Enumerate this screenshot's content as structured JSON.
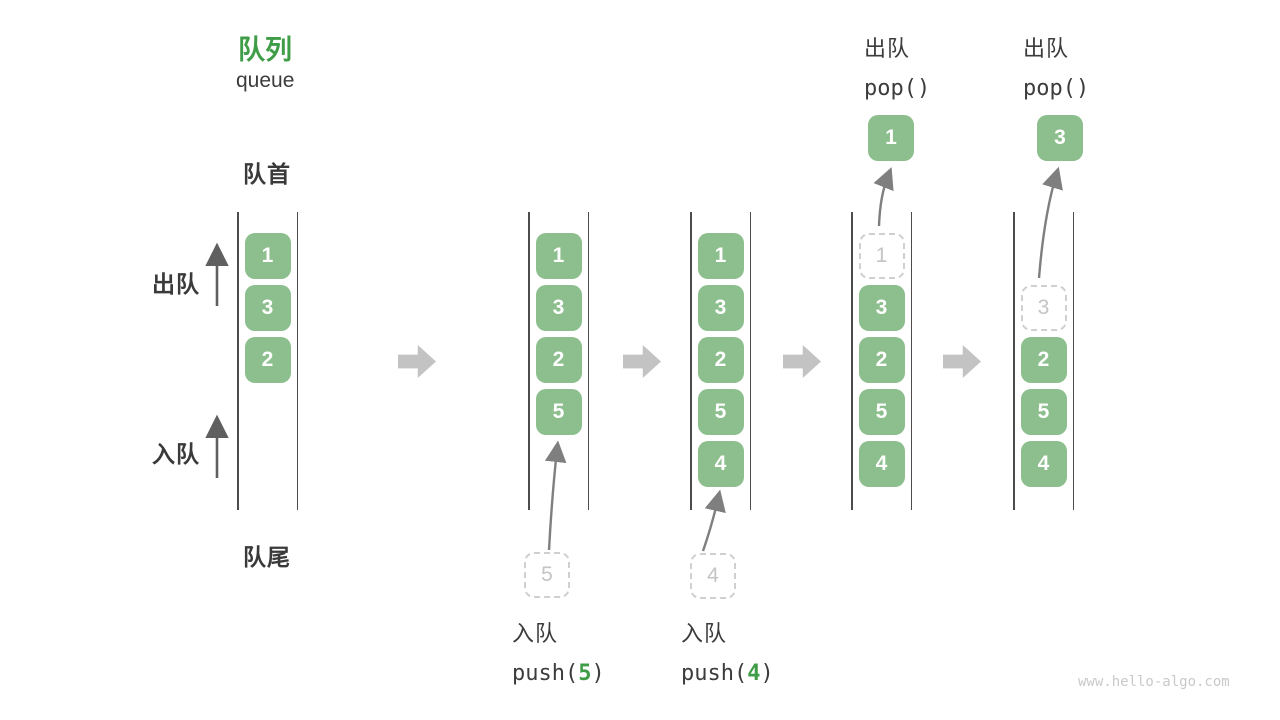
{
  "header": {
    "title_zh": "队列",
    "title_en": "queue"
  },
  "side_labels": {
    "front": "队首",
    "rear": "队尾",
    "dequeue": "出队",
    "enqueue": "入队"
  },
  "states": [
    {
      "cells": [
        {
          "v": "1"
        },
        {
          "v": "3"
        },
        {
          "v": "2"
        }
      ]
    },
    {
      "cells": [
        {
          "v": "1"
        },
        {
          "v": "3"
        },
        {
          "v": "2"
        },
        {
          "v": "5"
        }
      ]
    },
    {
      "cells": [
        {
          "v": "1"
        },
        {
          "v": "3"
        },
        {
          "v": "2"
        },
        {
          "v": "5"
        },
        {
          "v": "4"
        }
      ]
    },
    {
      "cells": [
        {
          "v": "1",
          "ghost": true
        },
        {
          "v": "3"
        },
        {
          "v": "2"
        },
        {
          "v": "5"
        },
        {
          "v": "4"
        }
      ],
      "popped": "1"
    },
    {
      "cells": [
        {
          "v": "3",
          "ghost": true
        },
        {
          "v": "2"
        },
        {
          "v": "5"
        },
        {
          "v": "4"
        }
      ],
      "popped": "3"
    }
  ],
  "operations": {
    "push_5": {
      "label": "入队",
      "fn": "push(",
      "arg": "5",
      "close": ")",
      "pending": "5"
    },
    "push_4": {
      "label": "入队",
      "fn": "push(",
      "arg": "4",
      "close": ")",
      "pending": "4"
    },
    "pop_1": {
      "label": "出队",
      "code": "pop()"
    },
    "pop_2": {
      "label": "出队",
      "code": "pop()"
    }
  },
  "watermark": "www.hello-algo.com",
  "colors": {
    "cell_green": "#8dbe8d",
    "title_green": "#3e9d46",
    "code_arg_green": "#3e9d46",
    "block_arrow_gray": "#c3c3c3",
    "line_dark": "#4c4c4c",
    "text_dark": "#3c3c3c",
    "ghost_gray": "#c4c4c4"
  }
}
